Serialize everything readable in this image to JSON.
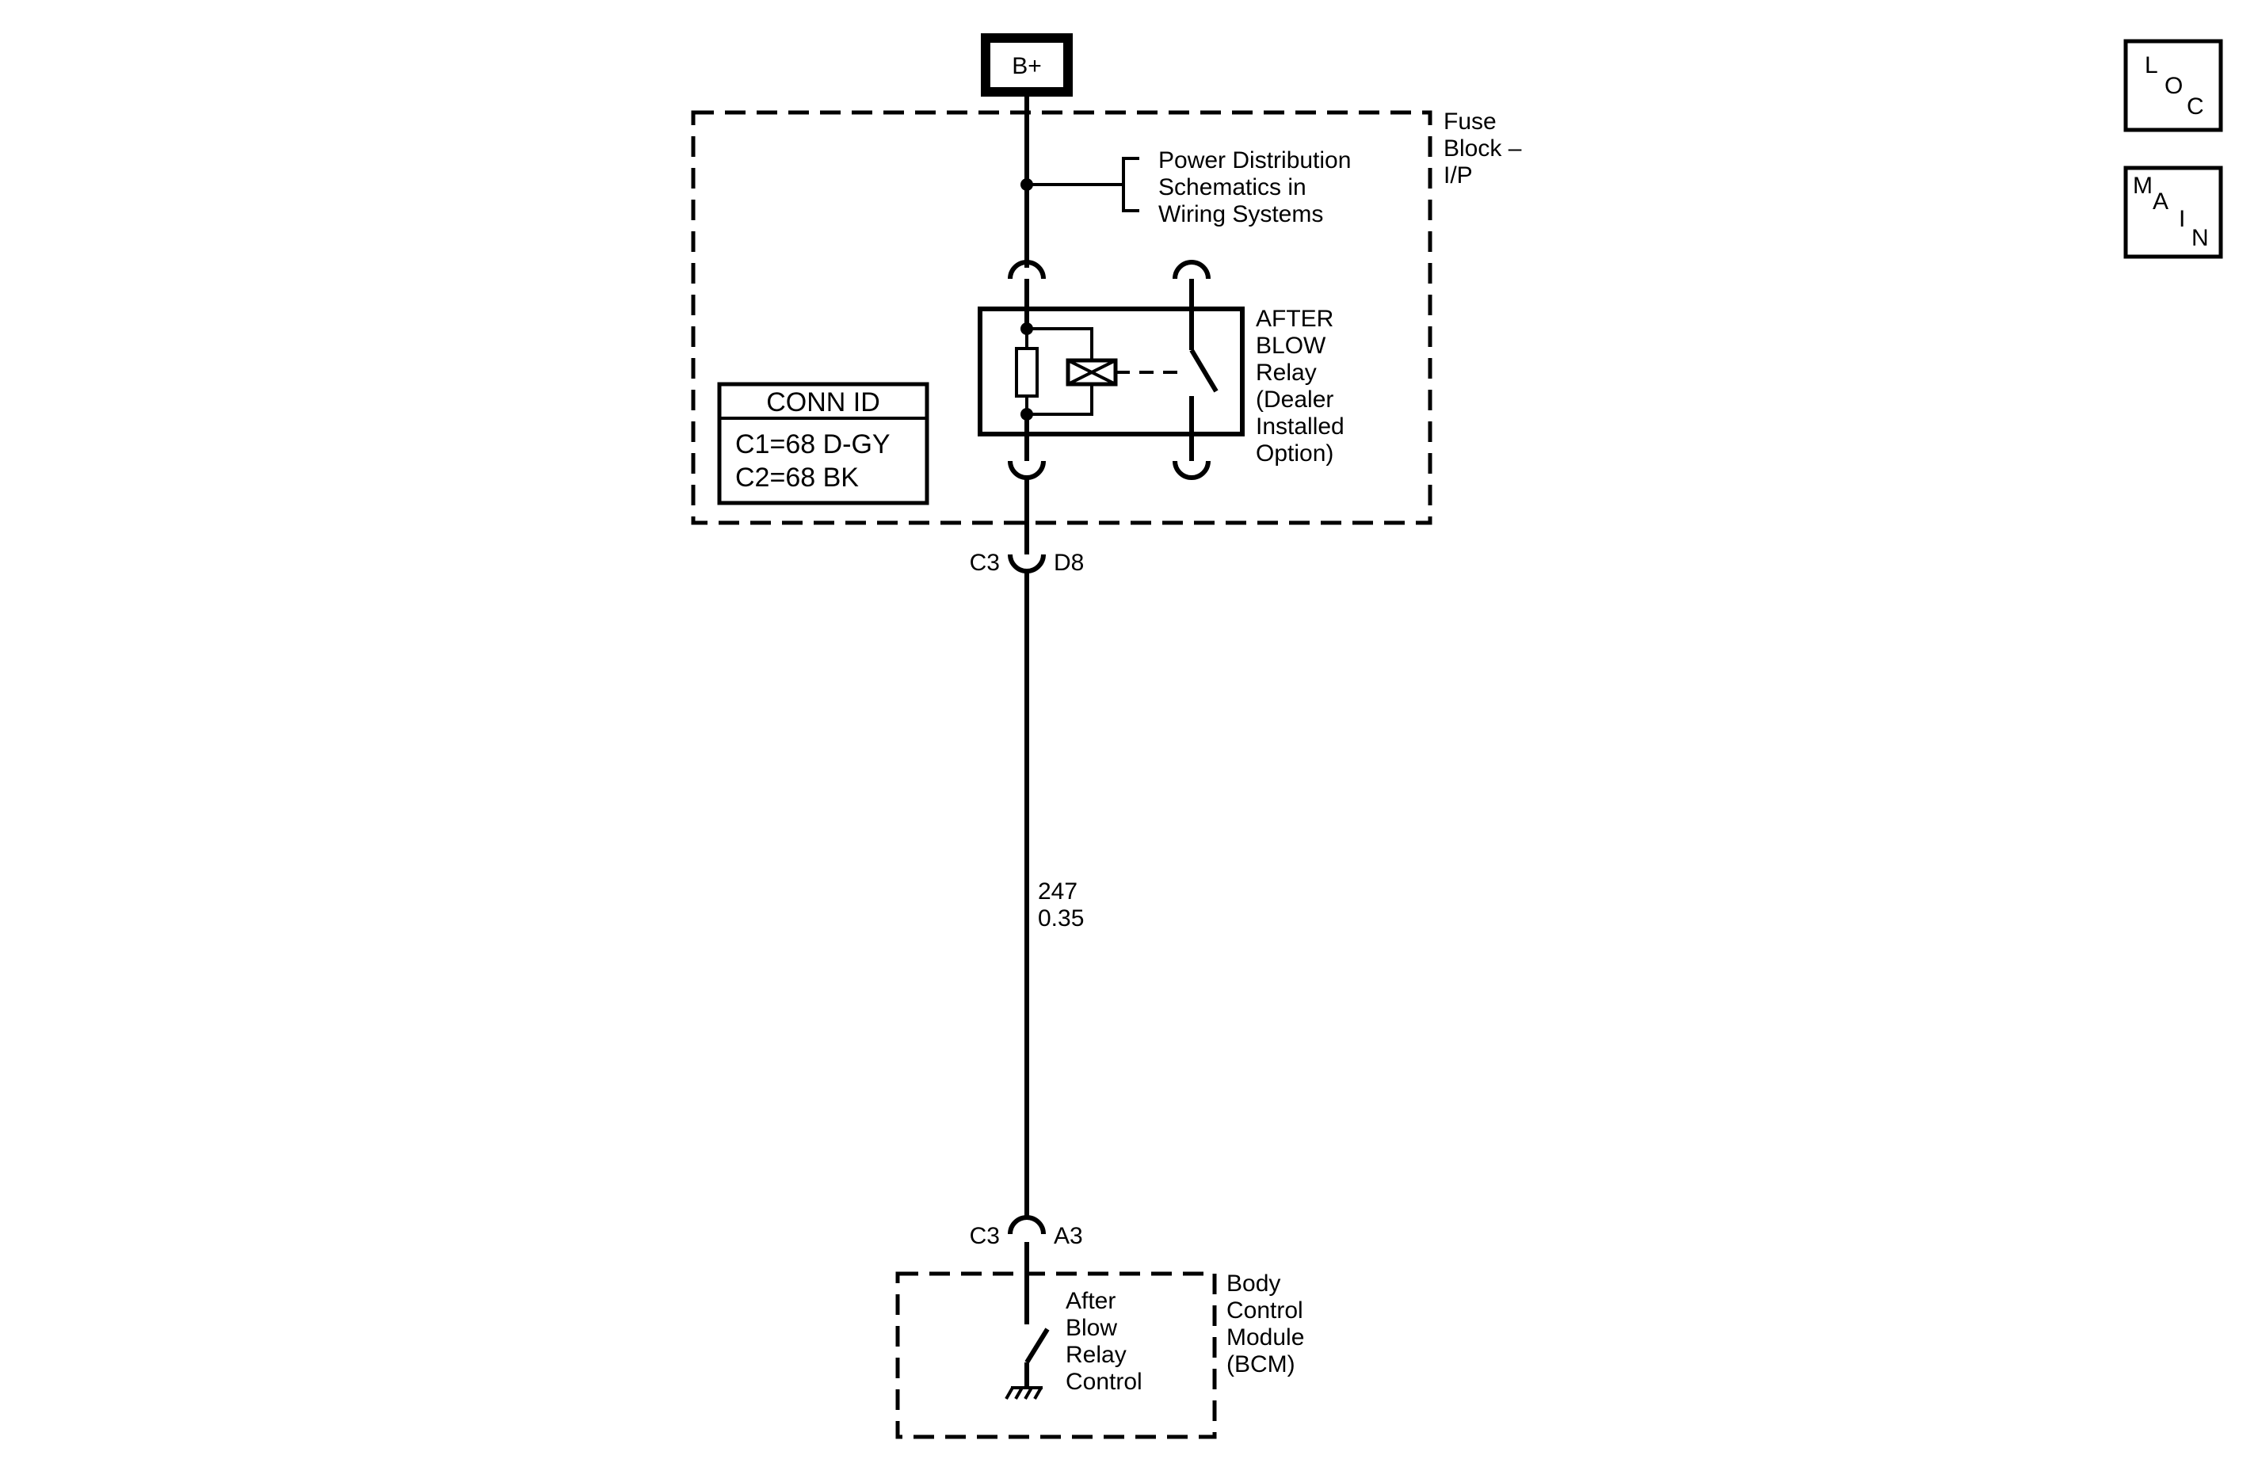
{
  "power_source": {
    "label": "B+"
  },
  "fuse_block": {
    "label_lines": [
      "Fuse",
      "Block –",
      "I/P"
    ]
  },
  "power_distribution": {
    "label_lines": [
      "Power Distribution",
      "Schematics in",
      "Wiring Systems"
    ]
  },
  "relay": {
    "label_lines": [
      "AFTER",
      "BLOW",
      "Relay",
      "(Dealer",
      "Installed",
      "Option)"
    ]
  },
  "conn_id": {
    "title": "CONN ID",
    "rows": [
      "C1=68 D-GY",
      "C2=68 BK"
    ]
  },
  "connector_top": {
    "connector": "C3",
    "pin": "D8"
  },
  "wire": {
    "circuit": "247",
    "gauge": "0.35"
  },
  "connector_bottom": {
    "connector": "C3",
    "pin": "A3"
  },
  "bcm": {
    "label_lines": [
      "Body",
      "Control",
      "Module",
      "(BCM)"
    ],
    "switch_label_lines": [
      "After",
      "Blow",
      "Relay",
      "Control"
    ]
  },
  "nav": {
    "loc": {
      "letters": [
        "L",
        "O",
        "C"
      ]
    },
    "main": {
      "letters": [
        "M",
        "A",
        "I",
        "N"
      ]
    }
  }
}
